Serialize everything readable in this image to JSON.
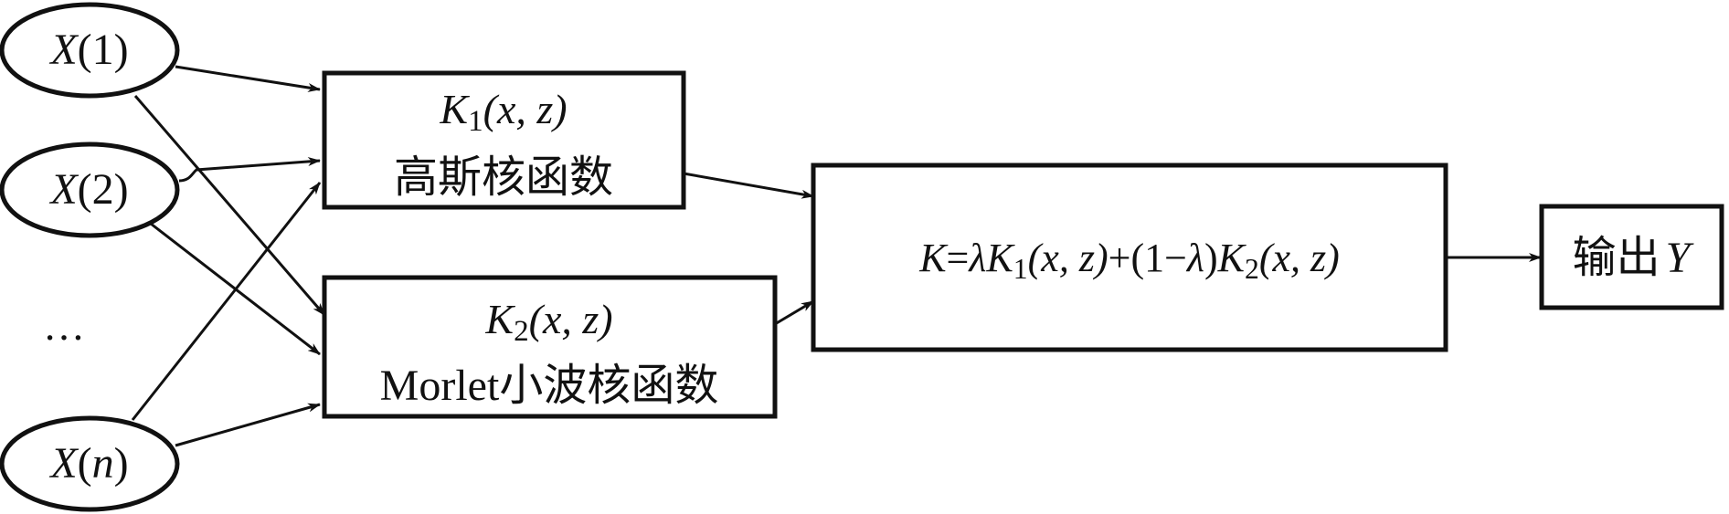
{
  "inputs": [
    {
      "name": "X",
      "arg": "1"
    },
    {
      "name": "X",
      "arg": "2"
    },
    {
      "name": "X",
      "arg": "n"
    }
  ],
  "ellipsis": "…",
  "kernel1": {
    "func": "K",
    "sub": "1",
    "args": "(x, z)",
    "label": "高斯核函数"
  },
  "kernel2": {
    "func": "K",
    "sub": "2",
    "args": "(x, z)",
    "label": "Morlet小波核函数"
  },
  "combined": {
    "lhs": "K",
    "eq": "=",
    "lambda": "λ",
    "k": "K",
    "sub1": "1",
    "args": "(x, z)",
    "plus": "+",
    "one_minus_open": "(1−",
    "one_minus_close": ")",
    "sub2": "2"
  },
  "output": {
    "label": "输出",
    "var": "Y"
  }
}
